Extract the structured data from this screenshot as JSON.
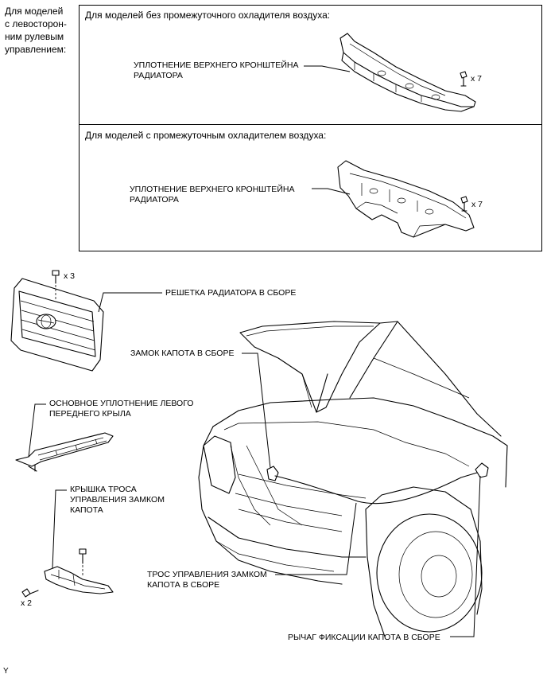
{
  "side_note": [
    "Для моделей",
    "с левосторон-",
    "ним рулевым",
    "управлением:"
  ],
  "box_top": {
    "title": "Для моделей без промежуточного охладителя воздуха:",
    "label_lines": [
      "УПЛОТНЕНИЕ ВЕРХНЕГО КРОНШТЕЙНА",
      "РАДИАТОРА"
    ],
    "qty": "x 7"
  },
  "box_bottom": {
    "title": "Для моделей с промежуточным охладителем воздуха:",
    "label_lines": [
      "УПЛОТНЕНИЕ ВЕРХНЕГО КРОНШТЕЙНА",
      "РАДИАТОРА"
    ],
    "qty": "x 7"
  },
  "grille": {
    "qty": "x 3",
    "label": "РЕШЕТКА РАДИАТОРА В СБОРЕ"
  },
  "hood_lock": {
    "label": "ЗАМОК КАПОТА В СБОРЕ"
  },
  "fender_seal": {
    "label_lines": [
      "ОСНОВНОЕ УПЛОТНЕНИЕ ЛЕВОГО",
      "ПЕРЕДНЕГО КРЫЛА"
    ]
  },
  "cable_cover": {
    "label_lines": [
      "КРЫШКА ТРОСА",
      "УПРАВЛЕНИЯ ЗАМКОМ",
      "КАПОТА"
    ],
    "qty": "x 2"
  },
  "cable": {
    "label_lines": [
      "ТРОС УПРАВЛЕНИЯ ЗАМКОМ",
      "КАПОТА В СБОРЕ"
    ]
  },
  "lever": {
    "label": "РЫЧАГ ФИКСАЦИИ КАПОТА В СБОРЕ"
  },
  "corner_mark": "Y"
}
